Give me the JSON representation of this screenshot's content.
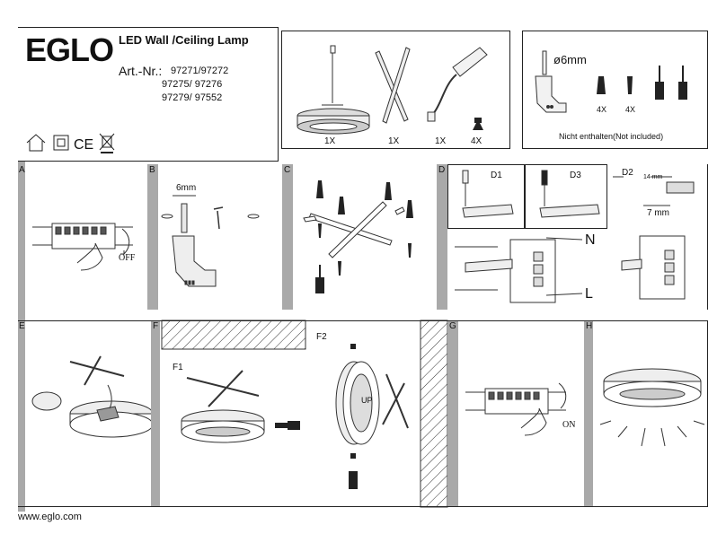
{
  "brand": "EGLO",
  "product_title": "LED Wall /Ceiling Lamp",
  "art_nr_label": "Art.-Nr.:",
  "art_numbers": [
    "97271/97272",
    "97275/ 97276",
    "97279/ 97552"
  ],
  "parts": {
    "pendant_qty": "1X",
    "bracket_qty": "1X",
    "driver_qty": "1X",
    "screws_qty": "4X"
  },
  "not_included": {
    "drill_size": "ø6mm",
    "dowel_qty": "4X",
    "screw_qty": "4X",
    "caption": "Nicht enthalten(Not included)"
  },
  "steps": {
    "a": "A",
    "b": "B",
    "c": "C",
    "d": "D",
    "e": "E",
    "f": "F",
    "g": "G",
    "h": "H"
  },
  "step_a_off": "OFF",
  "step_b_drill": "6mm",
  "step_d": {
    "d1": "D1",
    "d3": "D3",
    "d2": "D2",
    "strip_14": "14 mm",
    "strip_7": "7 mm",
    "neutral": "N",
    "live": "L"
  },
  "step_f": {
    "f1": "F1",
    "f2": "F2",
    "up": "UP"
  },
  "step_g_on": "ON",
  "website": "www.eglo.com"
}
